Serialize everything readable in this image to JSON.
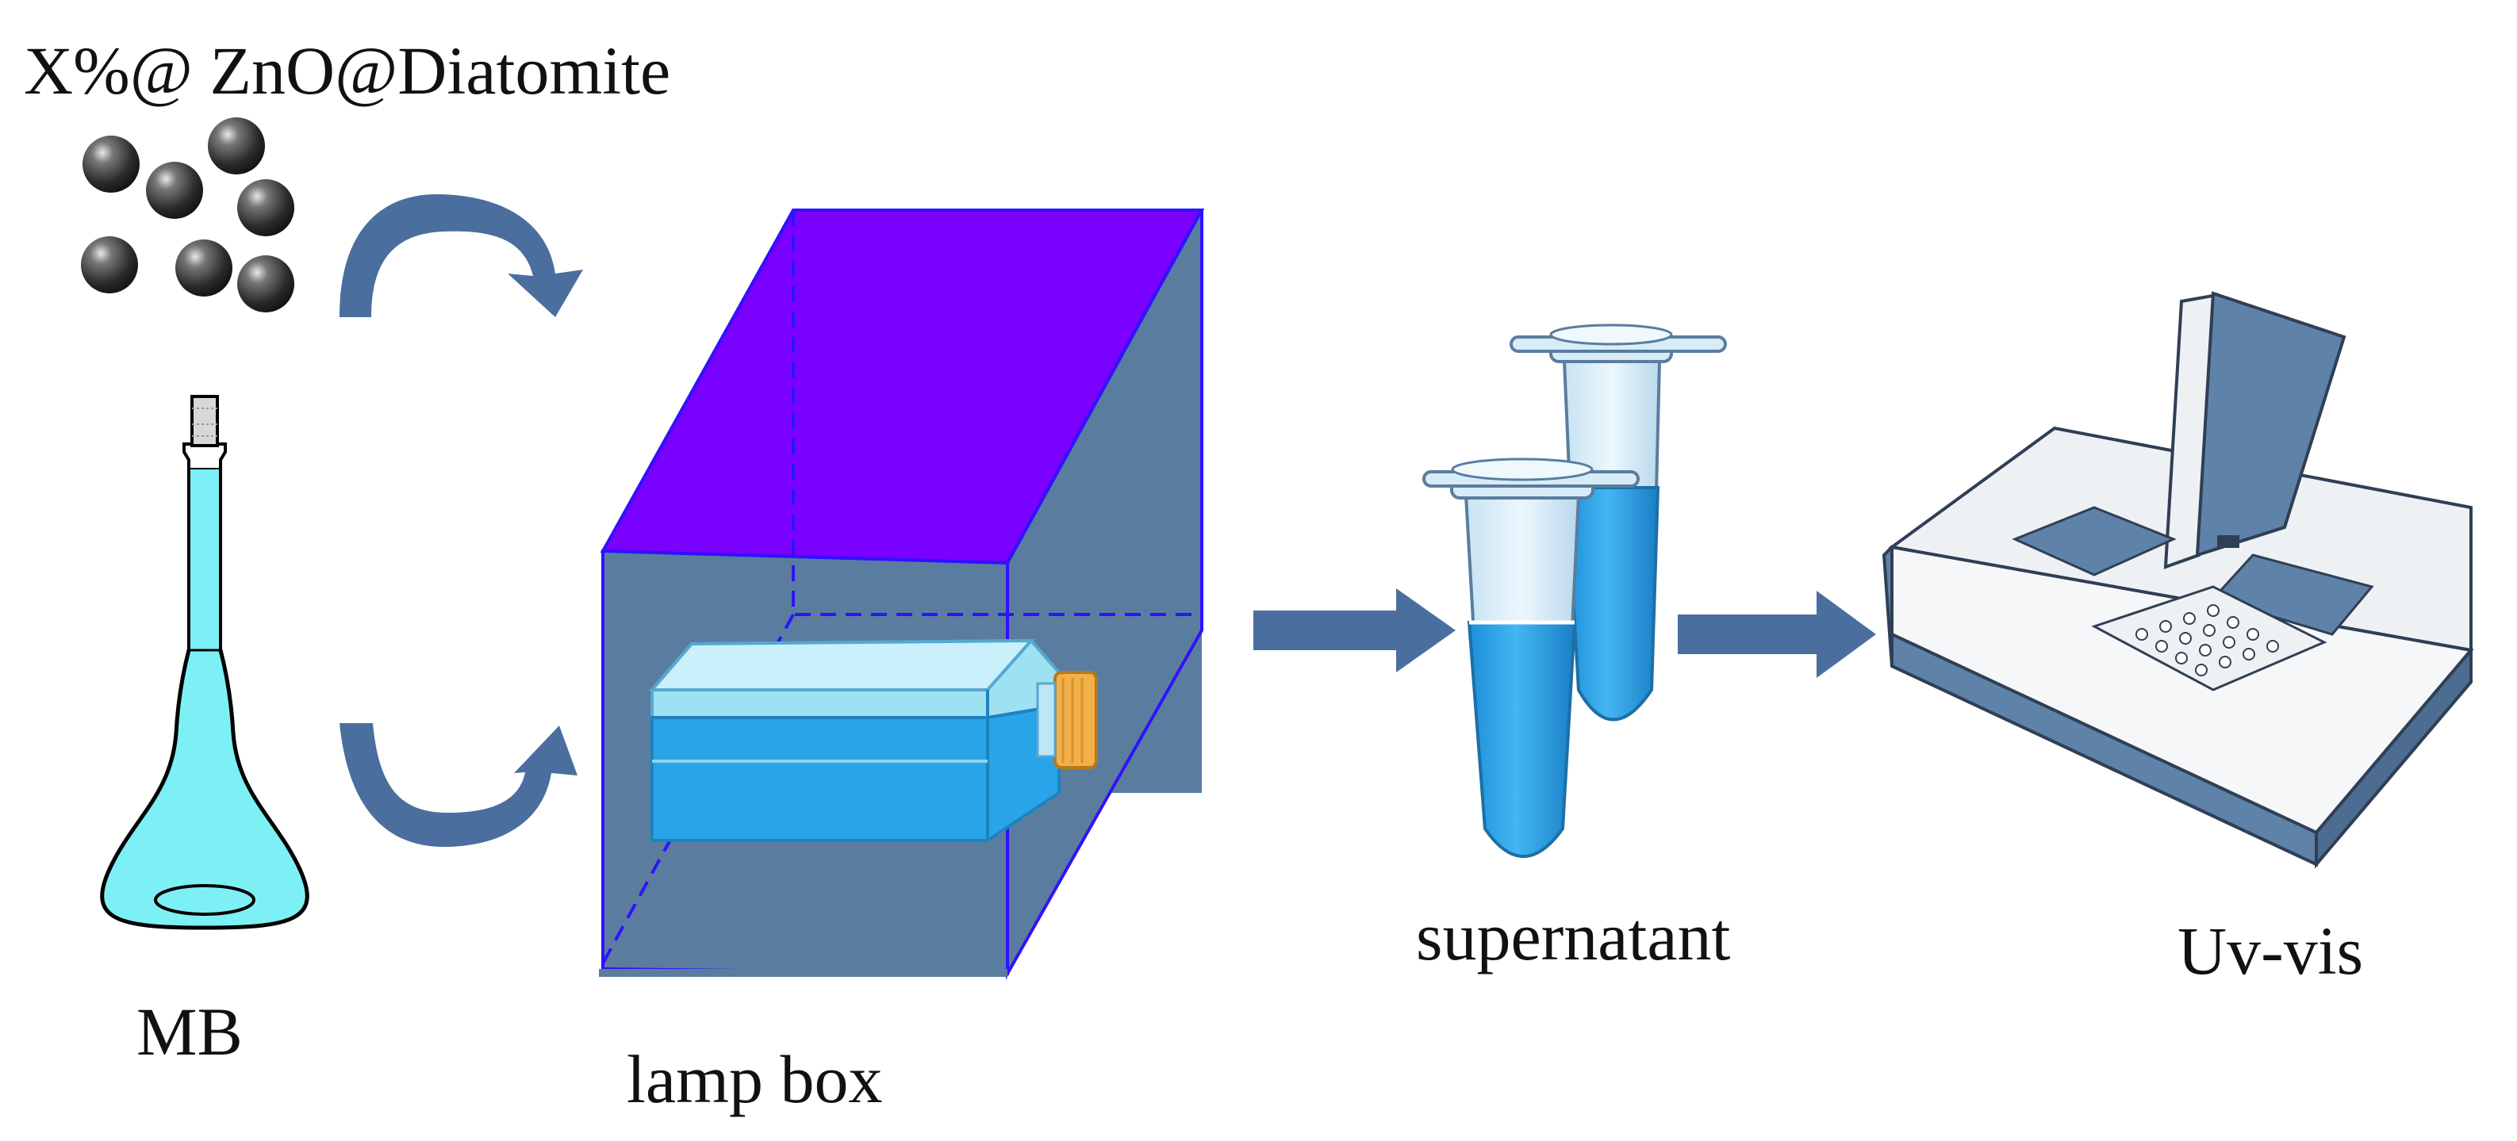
{
  "labels": {
    "catalyst": "X%@ ZnO@Diatomite",
    "dye": "MB",
    "reactor": "lamp box",
    "sample": "supernatant",
    "instrument": "Uv-vis"
  },
  "colors": {
    "arrow": "#4a6f9e",
    "lamp_box_top": "#7a00ff",
    "lamp_box_face": "#5a7d9f",
    "lamp_box_edge": "#2f12ff",
    "solution": "#2aa4e8",
    "flask_liquid": "#7df0f6",
    "sphere": "#2b2b2b",
    "cap": "#f2b04a",
    "instrument_body": "#5f82a8"
  },
  "icons": [
    "sphere-icon",
    "volumetric-flask-icon",
    "curved-arrow-icon",
    "straight-arrow-icon",
    "culture-flask-icon",
    "centrifuge-tube-icon",
    "plate-reader-icon"
  ]
}
